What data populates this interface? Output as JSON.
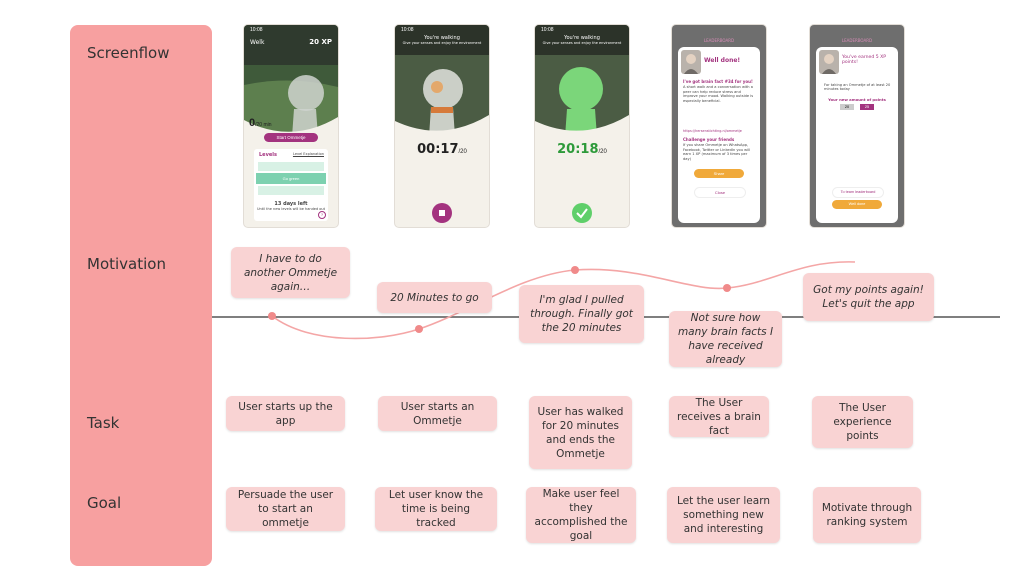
{
  "rows": {
    "screenflow": "Screenflow",
    "motivation": "Motivation",
    "task": "Task",
    "goal": "Goal"
  },
  "screens": [
    {
      "status_time": "10:08",
      "header_left": "Welk",
      "header_right": "20 XP",
      "minutes_value": "0",
      "minutes_suffix": "/20 min",
      "start_button": "Start Ommetje",
      "levels_title": "Levels",
      "levels_link": "Level Explanation",
      "level_rows": [
        "",
        "Go green",
        ""
      ],
      "days_left": "13 days left",
      "days_note": "Until the new levels will be handed out",
      "help_icon": "?"
    },
    {
      "status_time": "10:08",
      "top_text": "You're walking",
      "top_subtext": "Give your senses and enjoy the environment",
      "timer_value": "00:17",
      "timer_suffix": "/20",
      "stop_icon": "stop"
    },
    {
      "status_time": "10:08",
      "top_text": "You're walking",
      "top_subtext": "Give your senses and enjoy the environment",
      "timer_value": "20:18",
      "timer_suffix": "/20",
      "check_icon": "check"
    },
    {
      "bar_title": "LEADERBOARD",
      "dialog_title": "Well done!",
      "fact_heading": "I've got brain fact #34 for you!",
      "fact_body": "A short walk and a conversation with a peer can help reduce stress and improve your mood. Walking outside is especially beneficial.",
      "fact_link": "https://hersenstichting.nl/ommetje",
      "challenge_heading": "Challenge your friends",
      "challenge_body": "If you share Ommetje on WhatsApp, Facebook, Twitter or LinkedIn you will earn 1 XP (maximum of 3 times per day)",
      "share_button": "Share",
      "close_button": "Close"
    },
    {
      "bar_title": "LEADERBOARD",
      "points_title": "You've earned 5 XP points!",
      "points_line": "For taking an Ommetje of at least 20 minutes today",
      "new_amount_label": "Your new amount of points",
      "old_points": "20",
      "new_points": "25",
      "leaderboard_button": "To team leaderboard",
      "done_button": "Well done"
    }
  ],
  "motivation": [
    "I have to do another Ommetje again…",
    "20 Minutes to go",
    "I'm glad I pulled through. Finally got the 20 minutes",
    "Not sure how many brain facts I have received already",
    "Got my points again! Let's quit the app"
  ],
  "motivation_levels": [
    0.0,
    -0.15,
    0.5,
    0.3,
    0.45
  ],
  "tasks": [
    "User starts up the app",
    "User starts an Ommetje",
    "User has walked for 20 minutes and ends the Ommetje",
    "The User receives a brain fact",
    "The User experience points"
  ],
  "goals": [
    "Persuade the user to start an ommetje",
    "Let user know the time is being tracked",
    "Make user feel they accomplished the goal",
    "Let the user learn something new and interesting",
    "Motivate through ranking system"
  ],
  "colors": {
    "sidebar": "#f7a0a0",
    "note": "#f9d3d3",
    "curve": "#f4a6a6",
    "dot": "#f08a8a",
    "baseline": "#555555",
    "purple": "#a3337f",
    "green": "#7bd67a",
    "orange": "#f0a93a"
  }
}
